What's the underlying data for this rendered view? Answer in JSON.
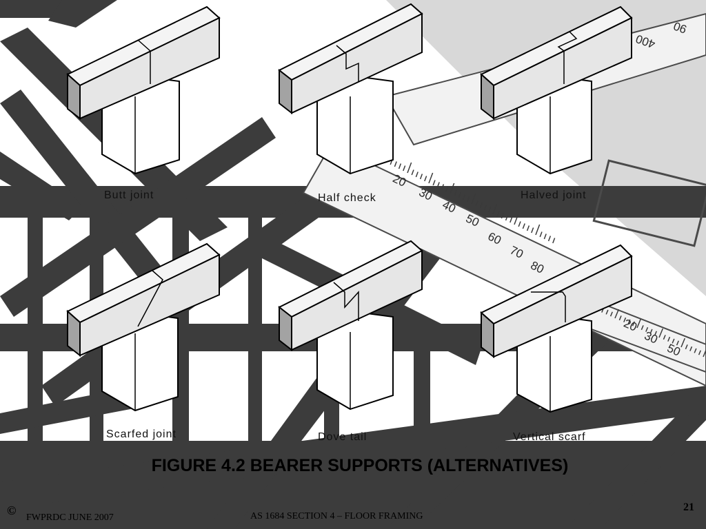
{
  "figure_title": "FIGURE  4.2   BEARER SUPPORTS (ALTERNATIVES)",
  "joints": [
    {
      "label": "Butt joint"
    },
    {
      "label": "Half check"
    },
    {
      "label": "Halved joint"
    },
    {
      "label": "Scarfed joint"
    },
    {
      "label": "Dove tail"
    },
    {
      "label": "Vertical scarf"
    }
  ],
  "footer": {
    "copyright_symbol": "©",
    "organization": "FWPRDC JUNE 2007",
    "section": "AS 1684 SECTION 4 – FLOOR FRAMING",
    "page_number": "21"
  },
  "ruler_numbers": [
    "400",
    "90",
    "20",
    "30",
    "40",
    "50",
    "60",
    "70",
    "80",
    "20",
    "30",
    "50"
  ],
  "colors": {
    "background_dark": "#3c3c3c",
    "beam_front": "#e6e6e6",
    "beam_side": "#a3a3a3",
    "post_fill": "#ffffff"
  }
}
